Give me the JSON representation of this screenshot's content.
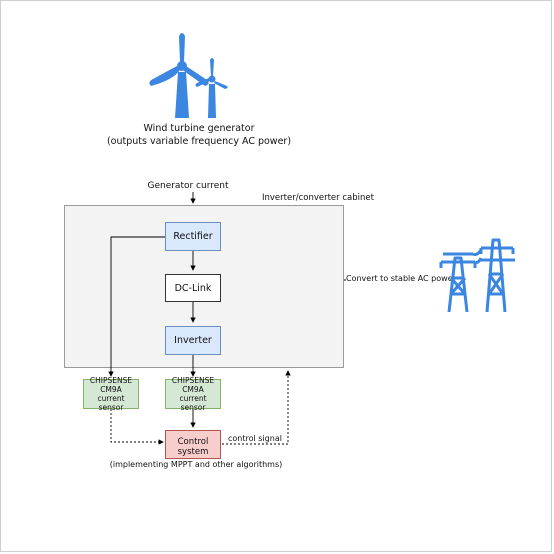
{
  "turbine": {
    "label_line1": "Wind turbine generator",
    "label_line2": "(outputs variable frequency AC power)",
    "icon": "wind-turbine-icon",
    "color": "#3a86e0"
  },
  "generator_current_label": "Generator current",
  "cabinet_label": "Inverter/converter cabinet",
  "blocks": {
    "rectifier": "Rectifier",
    "dc_link": "DC-Link",
    "inverter": "Inverter"
  },
  "sensor_left": {
    "line1": "CHIPSENSE",
    "line2": "CM9A",
    "line3": "current sensor"
  },
  "sensor_right": {
    "line1": "CHIPSENSE",
    "line2": "CM9A",
    "line3": "current sensor"
  },
  "control_system": "Control system",
  "control_note": "(implementing MPPT and other algorithms)",
  "control_signal_label": "control signal",
  "output_label": "Convert to stable AC power",
  "pylon": {
    "icon": "power-pylon-icon",
    "color": "#3a86e0"
  },
  "colors": {
    "blue_fill": "#dae8fc",
    "blue_border": "#6c8ebf",
    "green_fill": "#d5e8d4",
    "green_border": "#82b366",
    "red_fill": "#f8cecc",
    "red_border": "#b85450",
    "cabinet_fill": "#f3f3f3"
  }
}
